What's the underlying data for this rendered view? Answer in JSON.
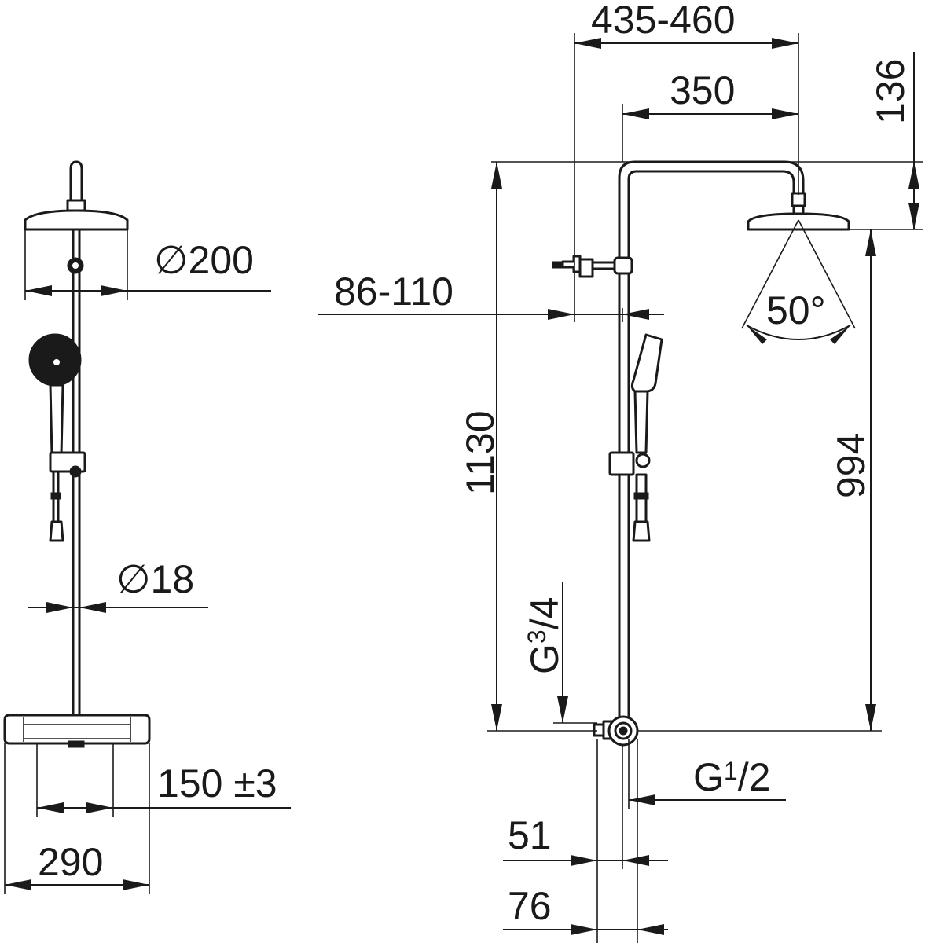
{
  "drawing": {
    "front_view": {
      "head_diameter": "∅200",
      "rail_diameter": "∅18",
      "inlet_spacing": "150 ±3",
      "mixer_width": "290"
    },
    "side_view": {
      "overhead_reach": "435-460",
      "arm_length": "350",
      "head_height": "136",
      "wall_bracket": "86-110",
      "total_height": "1130",
      "head_to_mixer": "994",
      "spray_angle": "50°",
      "outlet_thread_main": "G",
      "outlet_thread_num": "3",
      "outlet_thread_den": "/4",
      "inlet_thread_main": "G",
      "inlet_thread_num": "1",
      "inlet_thread_den": "/2",
      "inlet_depth": "51",
      "mixer_depth": "76"
    }
  }
}
